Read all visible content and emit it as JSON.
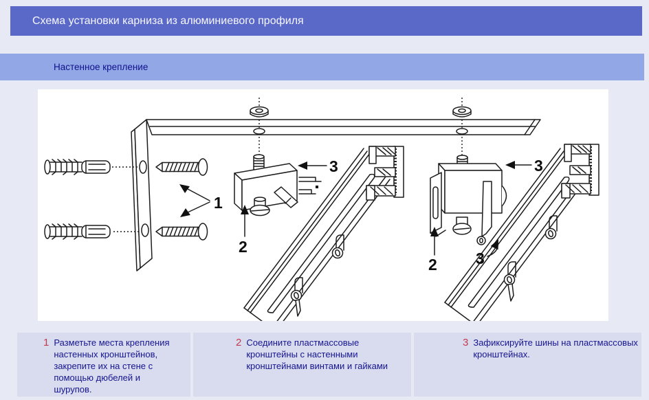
{
  "page": {
    "background": "#e7e9f5"
  },
  "header": {
    "title": "Схема установки карниза из алюминиевого профиля",
    "bg": "#5a68c8",
    "text_color": "#f6f7ff"
  },
  "subheader": {
    "label": "Настенное крепление",
    "bg": "#92a8e6",
    "text_color": "#10108c"
  },
  "diagram": {
    "labels": {
      "one": "1",
      "two": "2",
      "three": "3"
    }
  },
  "instructions": {
    "accent_color": "#c23b4c",
    "text_color": "#15158f",
    "items": [
      {
        "number": "1",
        "text": "Разметьте места крепления\nнастенных кронштейнов,\nзакрепите их на стене с\nпомощью дюбелей и\nшурупов."
      },
      {
        "number": "2",
        "text": "Соедините пластмассовые\nкронштейны с настенными\nкронштейнами винтами и гайками"
      },
      {
        "number": "3",
        "text": "Зафиксируйте шины на пластмассовых\nкронштейнах."
      }
    ]
  }
}
